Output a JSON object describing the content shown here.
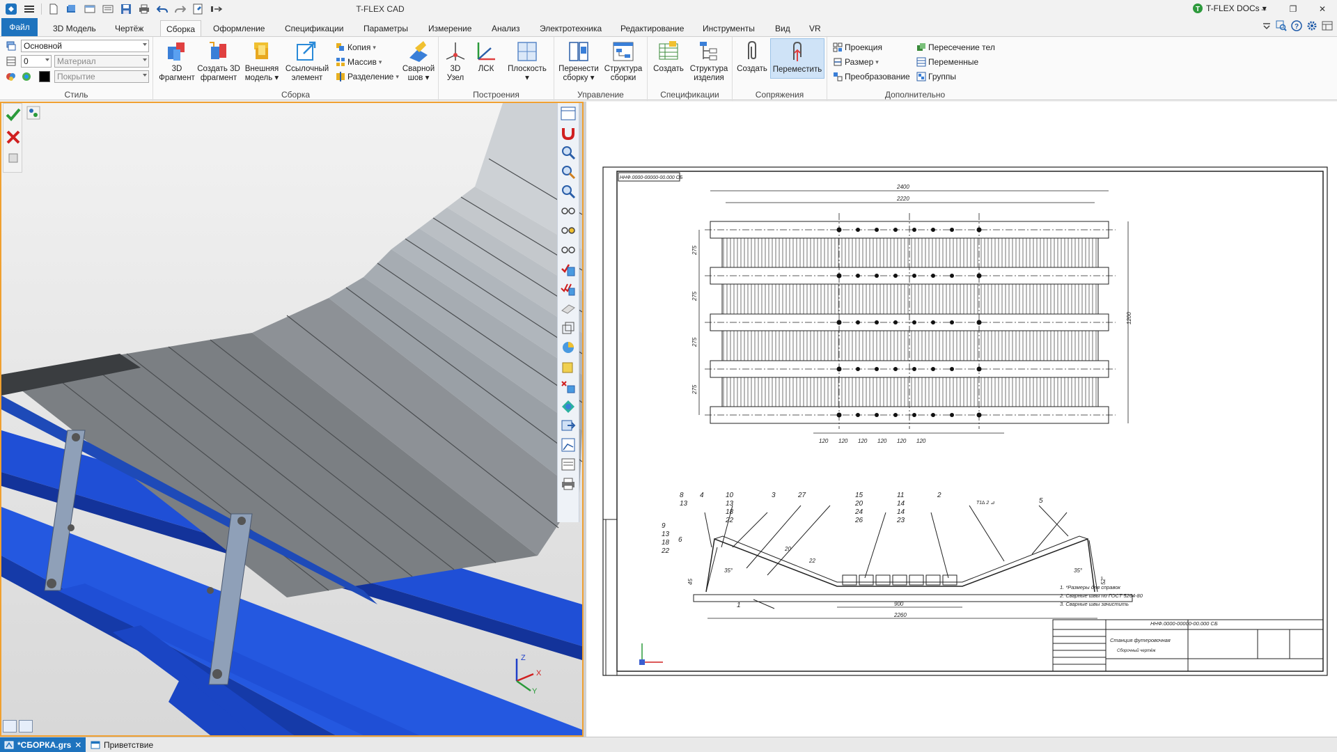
{
  "app": {
    "title": "T-FLEX CAD",
    "docs_brand": "T-FLEX DOCs",
    "docs_dropdown": "▾",
    "qat_icons": [
      "app-logo-icon",
      "menu-icon",
      "new-file-icon",
      "open-icon",
      "new-window-icon",
      "print-preview-icon",
      "save-icon",
      "print-icon",
      "undo-icon",
      "redo-icon",
      "regenerate-icon",
      "measure-icon"
    ],
    "window_controls": [
      "–",
      "❐",
      "✕"
    ]
  },
  "menu": {
    "file": "Файл",
    "tabs": [
      "3D Модель",
      "Чертёж",
      "Сборка",
      "Оформление",
      "Спецификации",
      "Параметры",
      "Измерение",
      "Анализ",
      "Электротехника",
      "Редактирование",
      "Инструменты",
      "Вид",
      "VR"
    ],
    "active_tab": "Сборка"
  },
  "ribbon": {
    "style_group": {
      "label": "Стиль",
      "layer_value": "Основной",
      "level_value": "0",
      "material_placeholder": "Материал",
      "coating_placeholder": "Покрытие"
    },
    "assembly_group": {
      "label": "Сборка",
      "buttons": [
        {
          "id": "fragment3d",
          "label1": "3D",
          "label2": "Фрагмент"
        },
        {
          "id": "create_fragment",
          "label1": "Создать 3D",
          "label2": "фрагмент"
        },
        {
          "id": "ext_model",
          "label1": "Внешняя",
          "label2": "модель ▾"
        },
        {
          "id": "ref_elem",
          "label1": "Ссылочный",
          "label2": "элемент"
        }
      ],
      "small": [
        "Копия",
        "Массив",
        "Разделение"
      ],
      "weld": {
        "label1": "Сварной",
        "label2": "шов ▾"
      }
    },
    "construct_group": {
      "label": "Построения",
      "buttons": [
        {
          "id": "node3d",
          "label1": "3D",
          "label2": "Узел"
        },
        {
          "id": "lsk",
          "label1": "ЛСК",
          "label2": ""
        },
        {
          "id": "plane",
          "label1": "Плоскость",
          "label2": "▾"
        }
      ]
    },
    "manage_group": {
      "label": "Управление",
      "buttons": [
        {
          "id": "move_asm",
          "label1": "Перенести",
          "label2": "сборку ▾"
        },
        {
          "id": "asm_struct",
          "label1": "Структура",
          "label2": "сборки"
        }
      ]
    },
    "spec_group": {
      "label": "Спецификации",
      "buttons": [
        {
          "id": "spec_create",
          "label1": "Создать",
          "label2": ""
        },
        {
          "id": "product_struct",
          "label1": "Структура",
          "label2": "изделия"
        }
      ]
    },
    "mates_group": {
      "label": "Сопряжения",
      "buttons": [
        {
          "id": "mate_create",
          "label1": "Создать",
          "label2": ""
        },
        {
          "id": "mate_move",
          "label1": "Переместить",
          "label2": ""
        }
      ]
    },
    "extra_group": {
      "label": "Дополнительно",
      "col1": [
        "Проекция",
        "Размер",
        "Преобразование"
      ],
      "col2": [
        "Пересечение тел",
        "Переменные",
        "Группы"
      ]
    }
  },
  "colors": {
    "accent": "#1e73be",
    "frame_blue": "#1f4fd6",
    "belt_gray": "#7b7f83",
    "view_border": "#f0a030"
  },
  "drawing": {
    "title_block": "Станция футеровочная",
    "doc_number": "ННФ.0000-00000-00.000 СБ",
    "sub_title": "Сборочный чертёж",
    "notes": [
      "1. *Размеры для справок",
      "2. Сварные швы по ГОСТ 5264-80",
      "3. Сварные швы зачистить"
    ],
    "dims_top": [
      "2400",
      "2220",
      "1200",
      "275",
      "275",
      "275",
      "275",
      "120",
      "120",
      "120",
      "120",
      "120",
      "120"
    ],
    "dims_bottom": [
      "900",
      "2260",
      "20",
      "22",
      "45",
      "52°"
    ],
    "callouts_left": [
      [
        "8",
        "13"
      ],
      [
        "4"
      ],
      [
        "10",
        "13",
        "18",
        "22"
      ],
      [
        "3"
      ],
      [
        "27"
      ],
      [
        "9",
        "13",
        "18",
        "22"
      ],
      [
        "6"
      ]
    ],
    "callouts_mid": [
      [
        "15",
        "20",
        "24",
        "26"
      ],
      [
        "11",
        "14",
        "14",
        "23"
      ],
      [
        "2"
      ],
      [
        "5"
      ],
      [
        "1"
      ]
    ],
    "angle_labels": [
      "35°",
      "35°"
    ],
    "weld_note": "Т1∆ 2 ⊿"
  },
  "bottom": {
    "active_doc": "*СБОРКА.grs",
    "welcome": "Приветствие"
  }
}
